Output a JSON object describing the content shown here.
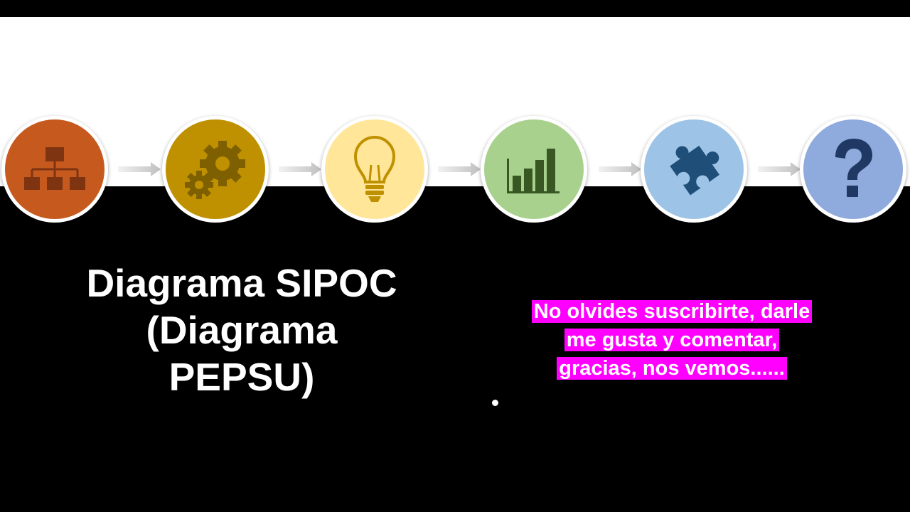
{
  "title": {
    "line1": "Diagrama SIPOC",
    "line2": "(Diagrama",
    "line3": "PEPSU)"
  },
  "promo": {
    "line1": "No olvides suscribirte, darle",
    "line2": "me gusta y comentar,",
    "line3": "gracias, nos vemos......"
  },
  "steps": [
    {
      "icon": "org-chart-icon",
      "color": "#c65a1e"
    },
    {
      "icon": "gears-icon",
      "color": "#bf9000"
    },
    {
      "icon": "lightbulb-icon",
      "color": "#ffe699"
    },
    {
      "icon": "bar-chart-icon",
      "color": "#a9d18e"
    },
    {
      "icon": "puzzle-piece-icon",
      "color": "#9dc3e6"
    },
    {
      "icon": "question-mark-icon",
      "color": "#8faadc"
    }
  ],
  "colors": {
    "promo_highlight": "#ff00ff",
    "background": "#000000",
    "band": "#ffffff"
  }
}
